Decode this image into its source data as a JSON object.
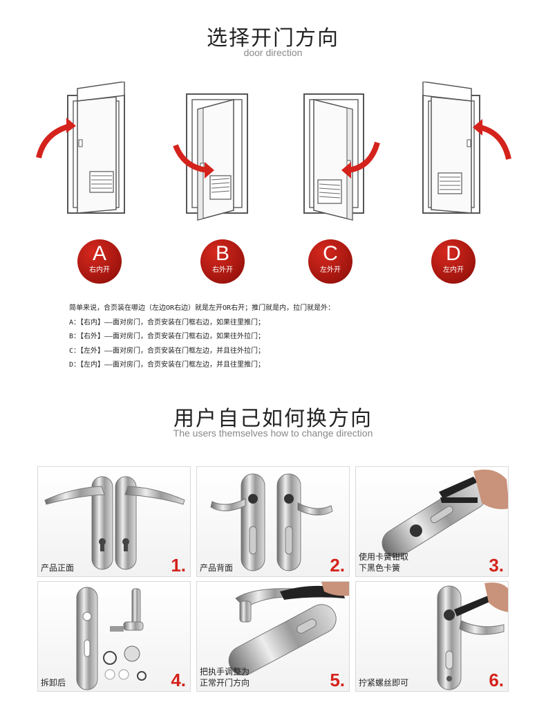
{
  "section1": {
    "title": "选择开门方向",
    "subtitle": "door direction"
  },
  "doors": [
    {
      "letter": "A",
      "label": "右内开"
    },
    {
      "letter": "B",
      "label": "右外开"
    },
    {
      "letter": "C",
      "label": "左外开"
    },
    {
      "letter": "D",
      "label": "左内开"
    }
  ],
  "notes": {
    "intro": "简单来说，合页装在哪边（左边OR右边）就是左开OR右开；推门就是内，拉门就是外：",
    "lines": [
      "A：【右内】——面对房门，合页安装在门框右边，如果往里推门；",
      "B：【右外】——面对房门，合页安装在门框右边，如果往外拉门；",
      "C：【左外】——面对房门，合页安装在门框左边，并且往外拉门；",
      "D：【左内】——面对房门，合页安装在门框左边，并且往里推门；"
    ]
  },
  "section2": {
    "title": "用户自己如何换方向",
    "subtitle": "The users themselves how to change direction"
  },
  "steps": [
    {
      "caption_line1": "产品正面",
      "caption_line2": "",
      "number": "1."
    },
    {
      "caption_line1": "产品背面",
      "caption_line2": "",
      "number": "2."
    },
    {
      "caption_line1": "使用卡簧钳取",
      "caption_line2": "下黑色卡簧",
      "number": "3."
    },
    {
      "caption_line1": "拆卸后",
      "caption_line2": "",
      "number": "4."
    },
    {
      "caption_line1": "把执手调整为",
      "caption_line2": "正常开门方向",
      "number": "5."
    },
    {
      "caption_line1": "拧紧螺丝即可",
      "caption_line2": "",
      "number": "6."
    }
  ],
  "colors": {
    "accent_red": "#d4231c",
    "badge_red": "#a0150e"
  }
}
